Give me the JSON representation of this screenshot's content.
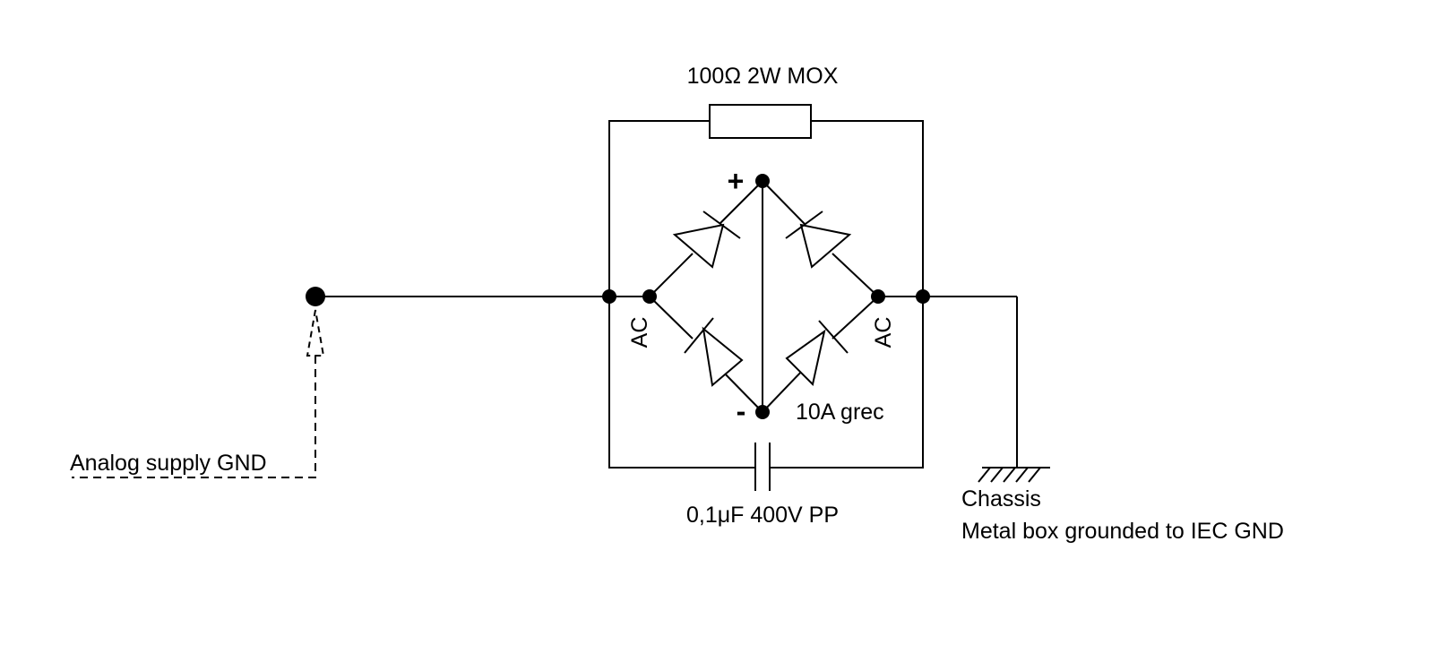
{
  "labels": {
    "resistor": "100Ω 2W MOX",
    "capacitor": "0,1μF 400V PP",
    "plus": "+",
    "minus": "-",
    "ac_left": "AC",
    "ac_right": "AC",
    "bridge": "10A grec",
    "analog_gnd": "Analog supply GND",
    "chassis_line1": "Chassis",
    "chassis_line2": "Metal box grounded to IEC GND"
  }
}
